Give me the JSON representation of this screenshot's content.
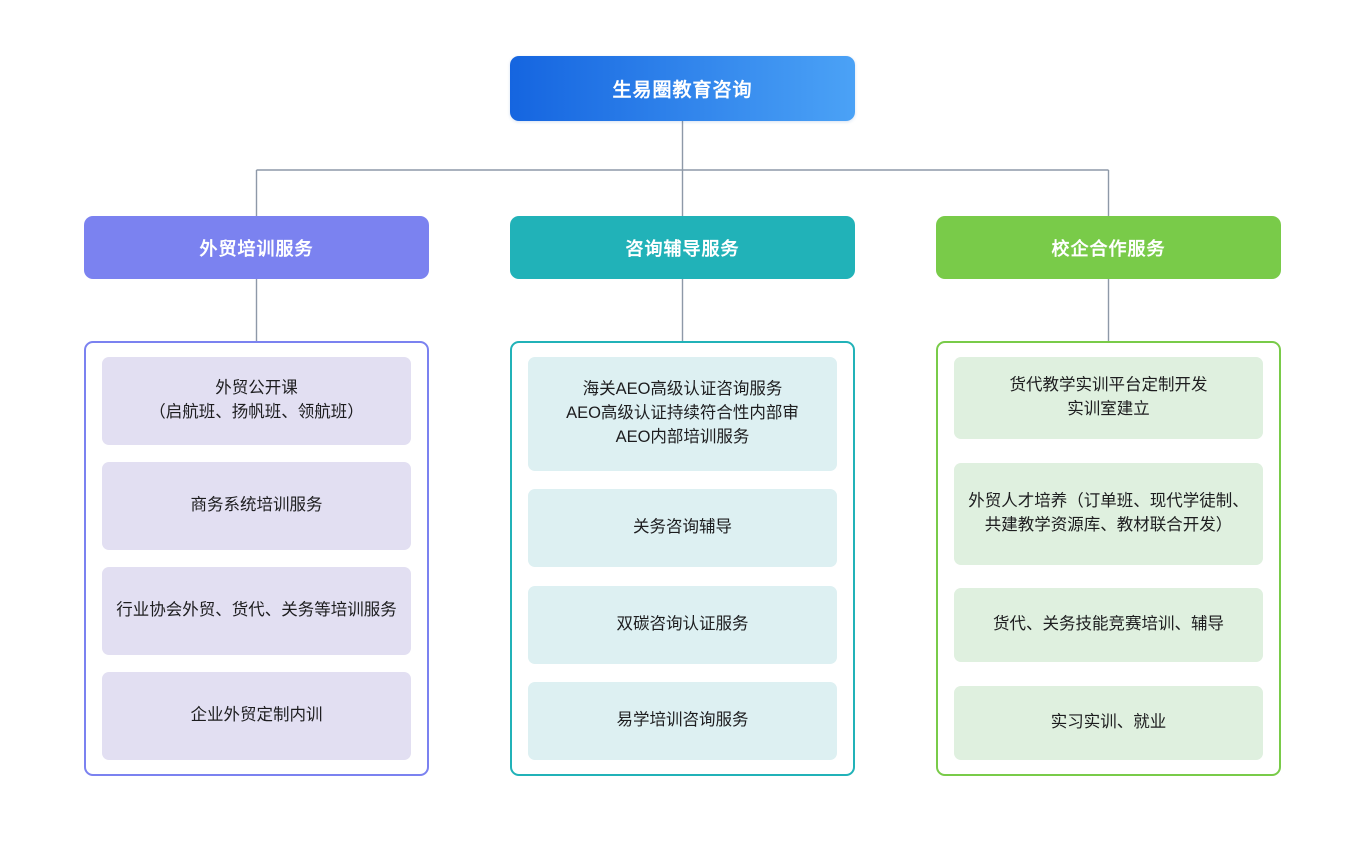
{
  "diagram": {
    "type": "organization-tree",
    "root": {
      "label": "生易圈教育咨询",
      "gradient_from": "#1565e0",
      "gradient_to": "#4ba2f6",
      "text_color": "#ffffff"
    },
    "connector_color": "#8e99a8",
    "branches": [
      {
        "label": "外贸培训服务",
        "header_color": "#7b82f0",
        "chip_color": "#e2dff2",
        "border_color": "#7b82f0",
        "items": [
          "外贸公开课\n（启航班、扬帆班、领航班）",
          "商务系统培训服务",
          "行业协会外贸、货代、关务等培训服务",
          "企业外贸定制内训"
        ]
      },
      {
        "label": "咨询辅导服务",
        "header_color": "#21b2b8",
        "chip_color": "#ddf0f2",
        "border_color": "#21b2b8",
        "items": [
          "海关AEO高级认证咨询服务\nAEO高级认证持续符合性内部审\nAEO内部培训服务",
          "关务咨询辅导",
          "双碳咨询认证服务",
          "易学培训咨询服务"
        ]
      },
      {
        "label": "校企合作服务",
        "header_color": "#79cb49",
        "chip_color": "#dff0df",
        "border_color": "#79cb49",
        "items": [
          "货代教学实训平台定制开发\n实训室建立",
          "外贸人才培养（订单班、现代学徒制、共建教学资源库、教材联合开发）",
          "货代、关务技能竞赛培训、辅导",
          "实习实训、就业"
        ]
      }
    ]
  }
}
